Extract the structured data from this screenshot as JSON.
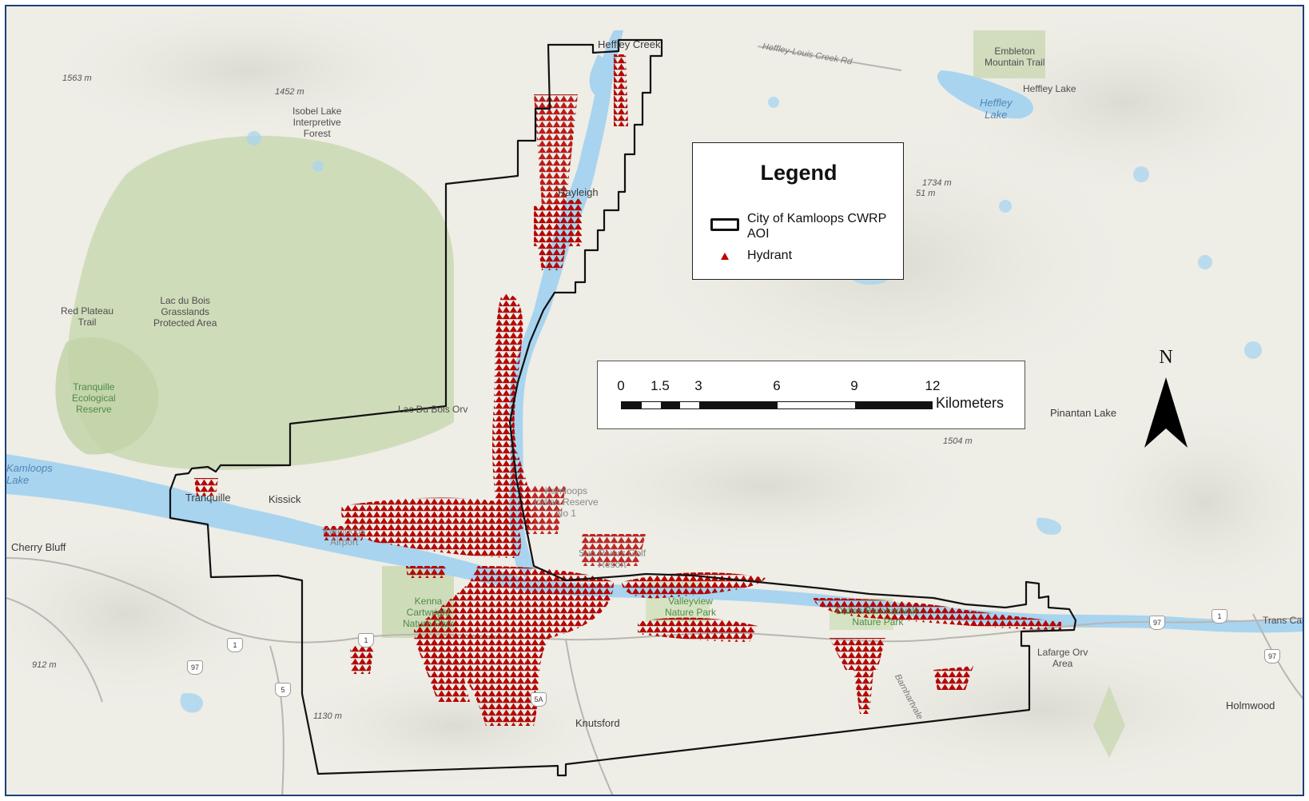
{
  "legend": {
    "title": "Legend",
    "aoi_label": "City of Kamloops CWRP AOI",
    "hydrant_label": "Hydrant",
    "hydrant_color": "#c00000"
  },
  "scalebar": {
    "ticks": [
      "0",
      "1.5",
      "3",
      "6",
      "9",
      "12"
    ],
    "unit": "Kilometers"
  },
  "north_arrow": {
    "label": "N"
  },
  "places": {
    "heffley_creek": "Heffley Creek",
    "heffley_louis_rd": "Heffley-Louis Creek Rd",
    "embleton": "Embleton\nMountain Trail",
    "heffley_lake_label": "Heffley Lake",
    "heffley_lake_water": "Heffley\nLake",
    "peak_1734": "1734 m",
    "peak_1734b": "51 m",
    "rayleigh": "Rayleigh",
    "isobel": "Isobel Lake\nInterpretive\nForest",
    "peak_1563": "1563 m",
    "peak_1452": "1452 m",
    "red_plateau": "Red Plateau\nTrail",
    "lac_du_bois_park": "Lac du Bois\nGrasslands\nProtected Area",
    "tranquille_reserve": "Tranquille\nEcological\nReserve",
    "lac_du_bois_orv": "Lac Du Bois Orv",
    "pinantan": "Pinantan Lake",
    "peak_1504": "1504 m",
    "kamloops_lake": "Kamloops\nLake",
    "tranquille": "Tranquille",
    "kissick": "Kissick",
    "cherry_bluff": "Cherry Bluff",
    "airport": "Kamloops\nAirport",
    "kamloops_reserve": "Kamloops\nIndian Reserve\nNo 1",
    "sun_rivers": "Sun Rivers Golf\nResort",
    "kenna": "Kenna\nCartwright\nNature Park",
    "valleyview": "Valleyview\nNature Park",
    "dallas": "Dallas/Barnhartvale\nNature Park",
    "barnhartvale": "Barnhartvale",
    "lafarge": "Lafarge Orv\nArea",
    "trans_canada": "Trans Can",
    "holmwood": "Holmwood",
    "peak_912": "912 m",
    "peak_1130": "1130 m",
    "knutsford": "Knutsford"
  },
  "shields": {
    "hwy_1": "1",
    "hwy_5": "5",
    "hwy_5a": "5A",
    "hwy_97": "97"
  },
  "colors": {
    "water": "#a8d4ef",
    "terrain": "#eeede6",
    "forest": "#c9d8b2",
    "boundary": "#111111",
    "hydrant": "#c00000"
  }
}
